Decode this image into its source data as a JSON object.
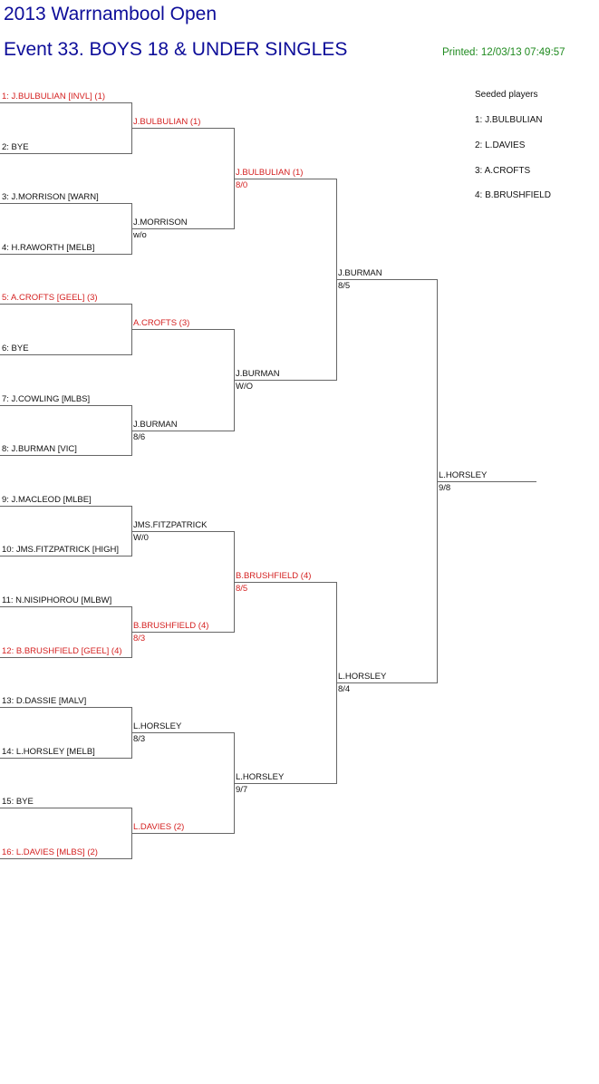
{
  "header": {
    "title": "2013 Warrnambool Open",
    "event": "Event 33. BOYS 18 & UNDER SINGLES",
    "printed": "Printed: 12/03/13 07:49:57"
  },
  "seeds": {
    "heading": "Seeded players",
    "list": [
      "1: J.BULBULIAN",
      "2: L.DAVIES",
      "3: A.CROFTS",
      "4: B.BRUSHFIELD"
    ]
  },
  "colors": {
    "title": "#0d0d99",
    "printed": "#1f8a1f",
    "seed_highlight": "#d42020",
    "text": "#111111",
    "lines": "#666666"
  },
  "round1": [
    {
      "name": "1: J.BULBULIAN [INVL] (1)",
      "seeded": true
    },
    {
      "name": "2: BYE",
      "seeded": false
    },
    {
      "name": "3: J.MORRISON [WARN]",
      "seeded": false
    },
    {
      "name": "4: H.RAWORTH [MELB]",
      "seeded": false
    },
    {
      "name": "5: A.CROFTS [GEEL] (3)",
      "seeded": true
    },
    {
      "name": "6: BYE",
      "seeded": false
    },
    {
      "name": "7: J.COWLING [MLBS]",
      "seeded": false
    },
    {
      "name": "8: J.BURMAN [VIC]",
      "seeded": false
    },
    {
      "name": "9: J.MACLEOD [MLBE]",
      "seeded": false
    },
    {
      "name": "10: JMS.FITZPATRICK [HIGH]",
      "seeded": false
    },
    {
      "name": "11: N.NISIPHOROU [MLBW]",
      "seeded": false
    },
    {
      "name": "12: B.BRUSHFIELD [GEEL] (4)",
      "seeded": true
    },
    {
      "name": "13: D.DASSIE [MALV]",
      "seeded": false
    },
    {
      "name": "14: L.HORSLEY [MELB]",
      "seeded": false
    },
    {
      "name": "15: BYE",
      "seeded": false
    },
    {
      "name": "16: L.DAVIES [MLBS] (2)",
      "seeded": true
    }
  ],
  "round2": [
    {
      "name": "J.BULBULIAN (1)",
      "score": "",
      "seeded": true
    },
    {
      "name": "J.MORRISON",
      "score": "w/o",
      "seeded": false
    },
    {
      "name": "A.CROFTS (3)",
      "score": "",
      "seeded": true
    },
    {
      "name": "J.BURMAN",
      "score": "8/6",
      "seeded": false
    },
    {
      "name": "JMS.FITZPATRICK",
      "score": "W/0",
      "seeded": false
    },
    {
      "name": "B.BRUSHFIELD (4)",
      "score": "8/3",
      "seeded": true
    },
    {
      "name": "L.HORSLEY",
      "score": "8/3",
      "seeded": false
    },
    {
      "name": "L.DAVIES (2)",
      "score": "",
      "seeded": true
    }
  ],
  "round3": [
    {
      "name": "J.BULBULIAN (1)",
      "score": "8/0",
      "seeded": true
    },
    {
      "name": "J.BURMAN",
      "score": "W/O",
      "seeded": false
    },
    {
      "name": "B.BRUSHFIELD (4)",
      "score": "8/5",
      "seeded": true
    },
    {
      "name": "L.HORSLEY",
      "score": "9/7",
      "seeded": false
    }
  ],
  "semifinals": [
    {
      "name": "J.BURMAN",
      "score": "8/5",
      "seeded": false
    },
    {
      "name": "L.HORSLEY",
      "score": "8/4",
      "seeded": false
    }
  ],
  "final": {
    "name": "L.HORSLEY",
    "score": "9/8",
    "seeded": false
  }
}
